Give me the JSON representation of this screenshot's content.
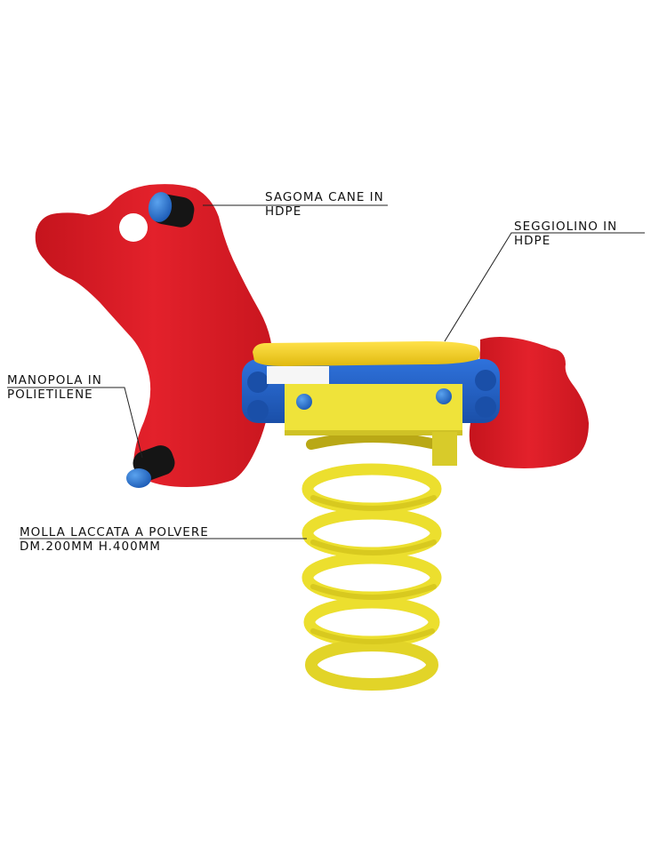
{
  "colors": {
    "body_red": "#e0202a",
    "body_red_dark": "#b3151d",
    "seat_yellow": "#f4d21e",
    "frame_blue": "#1f5fc8",
    "bracket_yellow": "#efe33a",
    "spring_yellow": "#ecdf2e",
    "spring_shadow": "#b9a816",
    "handle_black": "#151515",
    "handle_blue": "#2f7fd6",
    "leader_line": "#222222"
  },
  "callouts": [
    {
      "id": "body",
      "line1": "SAGOMA CANE IN",
      "line2": "HDPE"
    },
    {
      "id": "seat",
      "line1": "SEGGIOLINO IN",
      "line2": "HDPE"
    },
    {
      "id": "handle",
      "line1": "MANOPOLA IN",
      "line2": "POLIETILENE"
    },
    {
      "id": "spring",
      "line1": "MOLLA LACCATA A POLVERE",
      "line2": "DM.200MM H.400MM"
    }
  ],
  "product": {
    "figure": "spring rider dog",
    "icons": [
      "dog-body-shape",
      "seat",
      "handle-knob",
      "coil-spring",
      "mounting-bracket"
    ]
  }
}
